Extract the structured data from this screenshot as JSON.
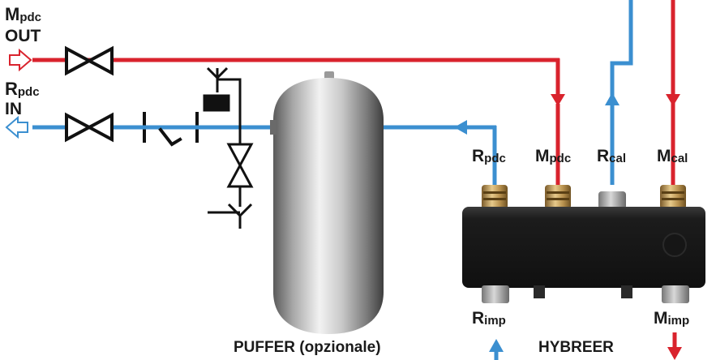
{
  "colors": {
    "supply": "#d9232d",
    "return": "#3b8fd0",
    "line": "#111111",
    "manifold": "#1e1e1e"
  },
  "labels": {
    "mpdc_out": {
      "main": "M",
      "sub": "pdc",
      "line2": "OUT"
    },
    "rpdc_in": {
      "main": "R",
      "sub": "pdc",
      "line2": "IN"
    },
    "rpdc": {
      "main": "R",
      "sub": "pdc"
    },
    "mpdc": {
      "main": "M",
      "sub": "pdc"
    },
    "rcal": {
      "main": "R",
      "sub": "cal"
    },
    "mcal": {
      "main": "M",
      "sub": "cal"
    },
    "rimp": {
      "main": "R",
      "sub": "imp"
    },
    "mimp": {
      "main": "M",
      "sub": "imp"
    },
    "puffer": "PUFFER (opzionale)",
    "hybreer": "HYBREER"
  }
}
